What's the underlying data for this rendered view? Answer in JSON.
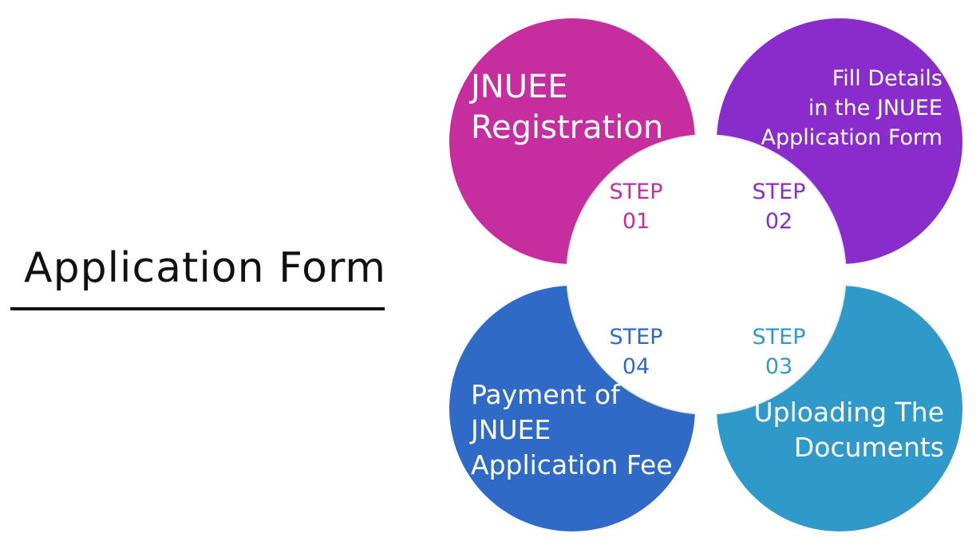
{
  "title": "Application Form",
  "colors": {
    "step1": "#c62d9f",
    "step2": "#8a2ccb",
    "step3": "#2f9ac9",
    "step4": "#2f6bc6",
    "center": "#ffffff",
    "center_stroke": "#e3e3e3"
  },
  "steps": [
    {
      "word": "STEP",
      "number": "01",
      "lines": [
        "JNUEE",
        "Registration"
      ]
    },
    {
      "word": "STEP",
      "number": "02",
      "lines": [
        "Fill Details",
        "in the JNUEE",
        "Application Form"
      ]
    },
    {
      "word": "STEP",
      "number": "03",
      "lines": [
        "Uploading The",
        "Documents"
      ]
    },
    {
      "word": "STEP",
      "number": "04",
      "lines": [
        "Payment of",
        "JNUEE",
        "Application Fee"
      ]
    }
  ]
}
